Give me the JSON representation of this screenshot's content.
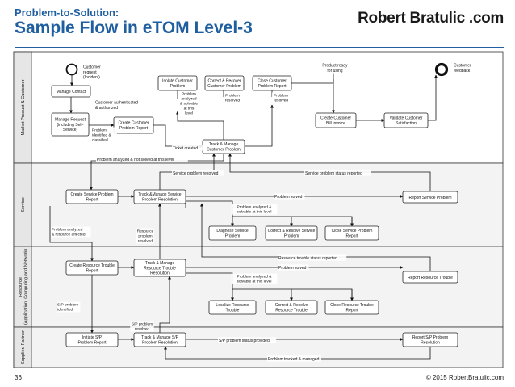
{
  "header": {
    "subtitle": "Problem-to-Solution:",
    "title": "Sample Flow in eTOM Level-3",
    "brand": "Robert Bratulic .com"
  },
  "footer": {
    "page_number": "36",
    "copyright": "© 2015 RobertBratulic.com"
  },
  "lanes": [
    {
      "label": "Market Product & Customer"
    },
    {
      "label": "Service"
    },
    {
      "label": "Resource (Application, Computing and Network)"
    },
    {
      "label": "Supplier/ Partner"
    }
  ],
  "terminals": {
    "start": [
      "Customer",
      "request",
      "(Incident)"
    ],
    "end": [
      "Customer",
      "feedback"
    ]
  },
  "boxes": {
    "manage_contact": [
      "Manage Contact"
    ],
    "manage_request": [
      "Manage Request",
      "(including Self-",
      "Service)"
    ],
    "create_customer_problem_report": [
      "Create Customer",
      "Problem Report"
    ],
    "isolate_customer_problem": [
      "Isolate Customer",
      "Problem"
    ],
    "correct_recover_customer_problem": [
      "Correct & Recover",
      "Customer Problem"
    ],
    "close_customer_problem_report": [
      "Close Customer",
      "Problem Report"
    ],
    "track_manage_customer_problem": [
      "Track & Manage",
      "Customer Problem"
    ],
    "create_customer_bill_invoice": [
      "Create Customer",
      "Bill Invoice"
    ],
    "validate_customer_satisfaction": [
      "Validate Customer",
      "Satisfaction"
    ],
    "create_service_problem_report": [
      "Create Service Problem",
      "Report"
    ],
    "track_manage_service_problem_resolution": [
      "Track &Manage Service",
      "Problem Resolution"
    ],
    "report_service_problem": [
      "Report Service Problem"
    ],
    "diagnose_service_problem": [
      "Diagnose Service",
      "Problem"
    ],
    "correct_resolve_service_problem": [
      "Correct & Resolve Service",
      "Problem"
    ],
    "close_service_problem_report": [
      "Close Service Problem",
      "Report"
    ],
    "create_resource_trouble_report": [
      "Create Resource Trouble",
      "Report"
    ],
    "track_manage_resource_trouble_resolution": [
      "Track & Manage",
      "Resource Trouble",
      "Resolution"
    ],
    "report_resource_trouble": [
      "Report Resource Trouble"
    ],
    "localize_resource_trouble": [
      "Localize Resource",
      "Trouble"
    ],
    "correct_resolve_resource_trouble": [
      "Correct & Resolve",
      "Resource Trouble"
    ],
    "close_resource_trouble_report": [
      "Close Resource Trouble",
      "Report"
    ],
    "initiate_sp_problem_report": [
      "Initiate S/P",
      "Problem Report"
    ],
    "track_manage_sp_problem_resolution": [
      "Track & Manage S/P",
      "Problem Resolution"
    ],
    "report_sp_problem_resolution": [
      "Report S/P Problem",
      "Resolution"
    ]
  },
  "annotations": {
    "product_ready": [
      "Product ready",
      "for using"
    ],
    "customer_authenticated": [
      "Customer authenticated",
      "& authorized"
    ],
    "problem_identified": [
      "Problem",
      "identified &",
      "classified"
    ],
    "problem_analyzed_solvable": [
      "Problem",
      "analyzed",
      "& solvable",
      "at this",
      "level"
    ],
    "problem_resolved_1": [
      "Problem",
      "resolved"
    ],
    "problem_resolved_2": [
      "Problem",
      "resolved"
    ],
    "ticket_created": [
      "Ticket created"
    ],
    "not_solved": [
      "Problem analyzed & not solved at this level"
    ],
    "service_problem_resolved": [
      "Service problem resolved"
    ],
    "service_problem_status_reported": [
      "Service problem status reported"
    ],
    "problem_solved_1": [
      "Problem solved"
    ],
    "service_analyzed_solvable": [
      "Problem analyzed &",
      "solvable at this level"
    ],
    "resource_affected": [
      "Problem analyzed",
      "& resource affected"
    ],
    "resource_problem_resolved": [
      "Resource",
      "problem",
      "resolved"
    ],
    "resource_trouble_status": [
      "Resource trouble status reported"
    ],
    "problem_solved_2": [
      "Problem solved"
    ],
    "resource_analyzed_solvable": [
      "Problem analyzed &",
      "solvable at this level"
    ],
    "sp_problem_identified": [
      "S/P problem",
      "identified"
    ],
    "sp_problem_resolved": [
      "S/P problem",
      "resolved"
    ],
    "sp_status_provided": [
      "S/P problem status provided"
    ],
    "problem_tracked_managed": [
      "Problem tracked & managed"
    ]
  }
}
